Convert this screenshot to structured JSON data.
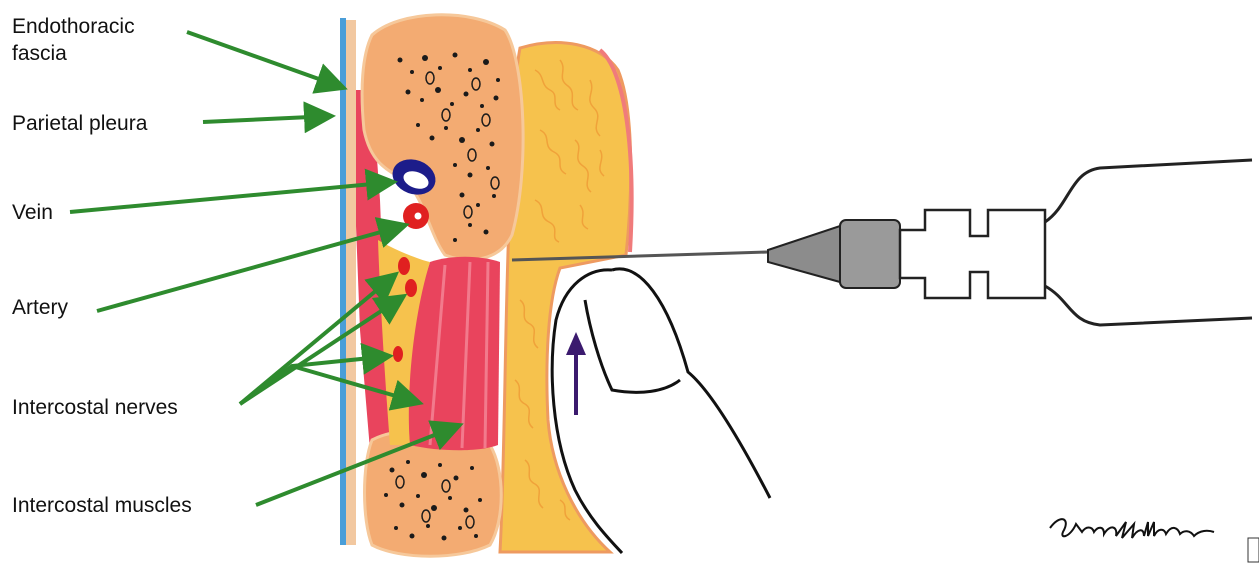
{
  "labels": {
    "endothoracic_line1": "Endothoracic",
    "endothoracic_line2": "fascia",
    "parietal_pleura": "Parietal pleura",
    "vein": "Vein",
    "artery": "Artery",
    "intercostal_nerves": "Intercostal nerves",
    "intercostal_muscles": "Intercostal muscles"
  },
  "signature": "Sharon Wallahan",
  "colors": {
    "arrow": "#2e8b2e",
    "pleura": "#4a9ed8",
    "fascia": "#f2c8a0",
    "rib": "#f3ab72",
    "fat": "#f6c24d",
    "muscle": "#e9445d",
    "vein": "#1c1c8a",
    "artery": "#e02020",
    "needle": "#8c8c8c"
  }
}
